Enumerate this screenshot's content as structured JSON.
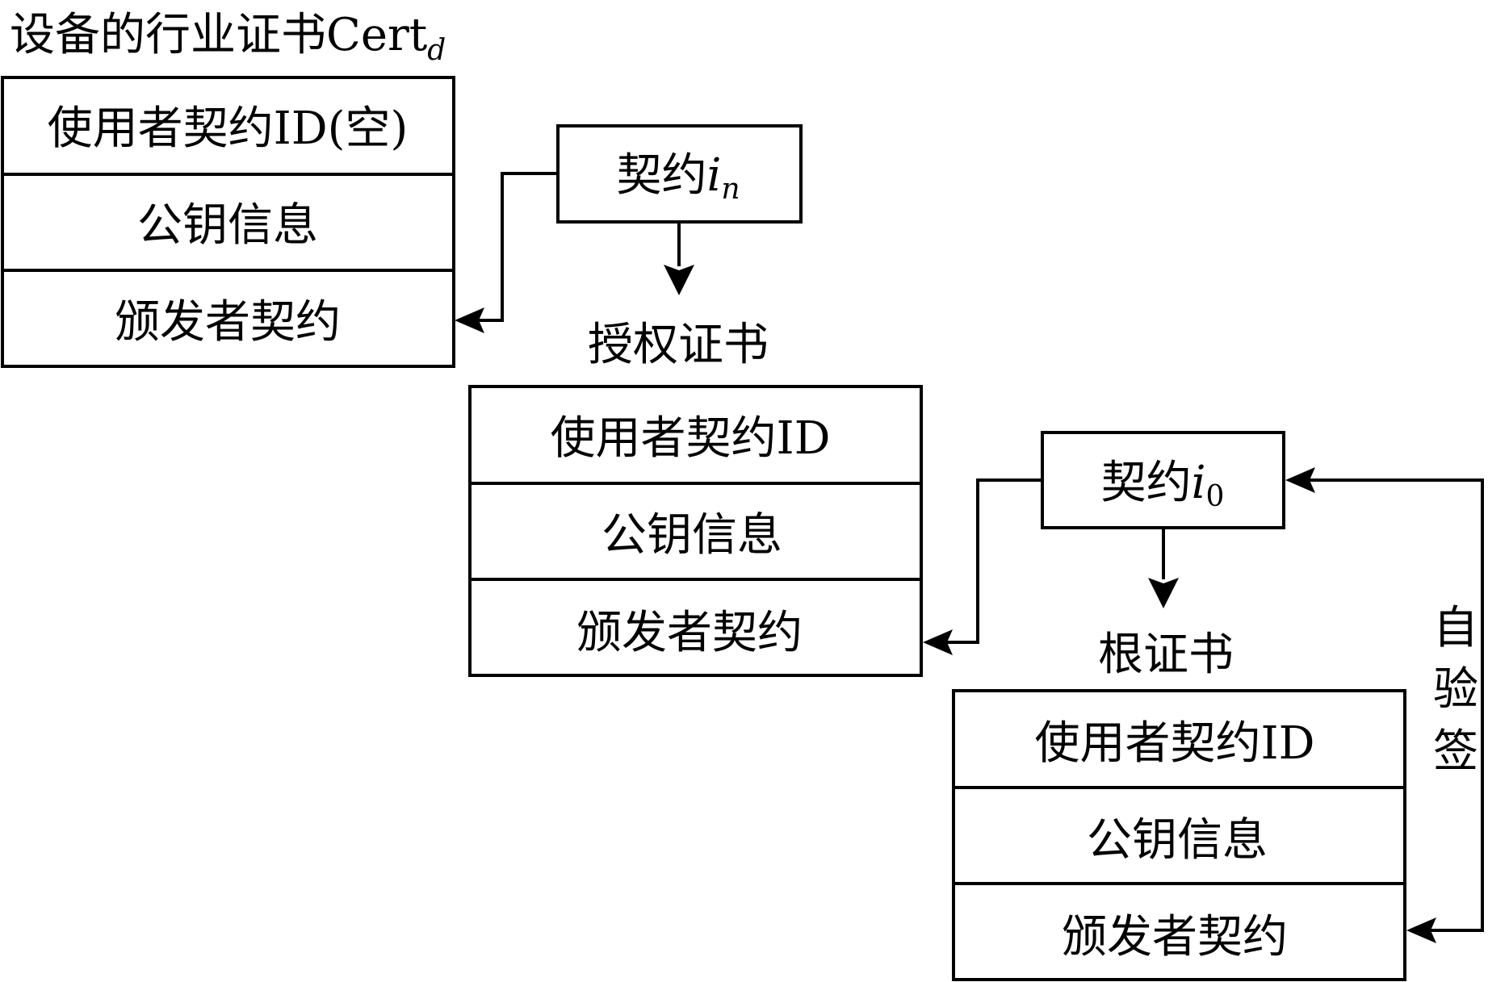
{
  "device_cert": {
    "title_main": "设备的行业证书Cert",
    "title_sub": "d",
    "fields": [
      "使用者契约ID(空)",
      "公钥信息",
      "颁发者契约"
    ]
  },
  "auth_cert": {
    "title": "授权证书",
    "fields": [
      "使用者契约ID",
      "公钥信息",
      "颁发者契约"
    ]
  },
  "root_cert": {
    "title": "根证书",
    "fields": [
      "使用者契约ID",
      "公钥信息",
      "颁发者契约"
    ]
  },
  "contract_n": {
    "main": "契约",
    "var": "i",
    "sub": "n"
  },
  "contract_0": {
    "main": "契约",
    "var": "i",
    "sub": "0"
  },
  "self_sign": [
    "自",
    "验",
    "签"
  ]
}
